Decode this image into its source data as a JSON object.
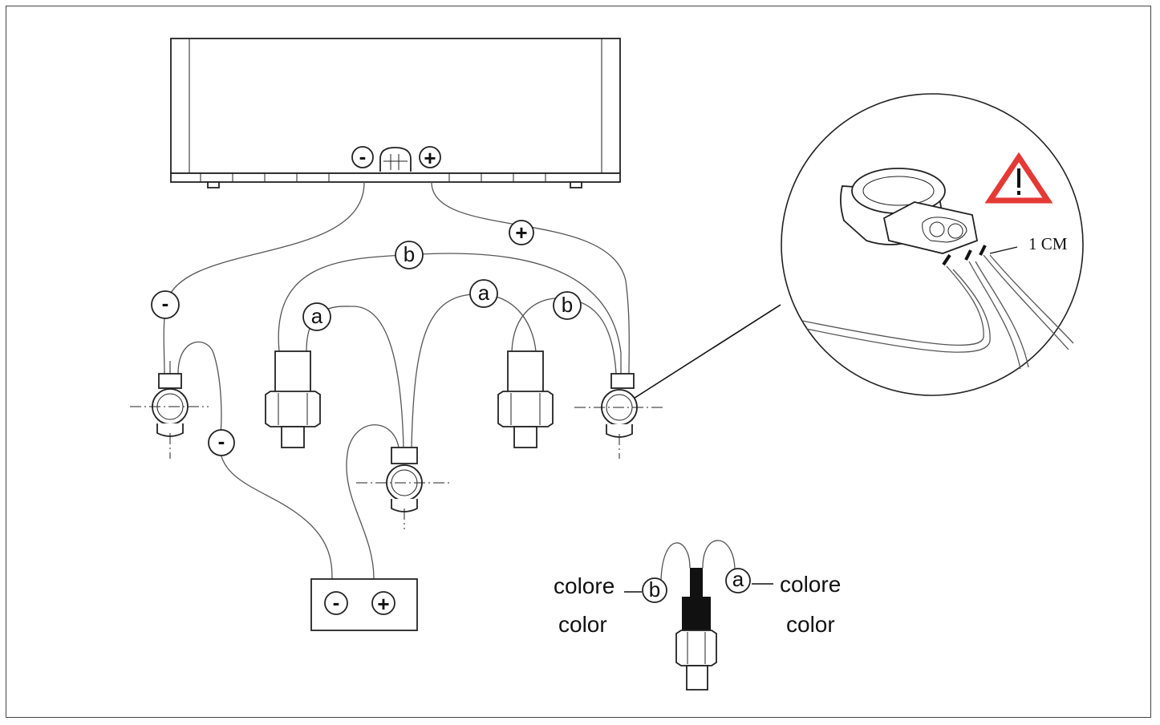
{
  "control_unit": {
    "minus": "-",
    "plus": "+"
  },
  "wire_labels": {
    "plus": "+",
    "minus_upper": "-",
    "minus_lower": "-",
    "b_top": "b",
    "a_left": "a",
    "a_center": "a",
    "b_right": "b"
  },
  "battery": {
    "minus": "-",
    "plus": "+"
  },
  "detail": {
    "measure": "1 CM",
    "warning_icon": "warning-triangle-icon",
    "warning_color": "#e53935"
  },
  "legend": {
    "left_label_line1": "colore",
    "left_label_line2": "color",
    "left_wire": "b",
    "right_wire": "a",
    "right_label_line1": "colore",
    "right_label_line2": "color"
  }
}
